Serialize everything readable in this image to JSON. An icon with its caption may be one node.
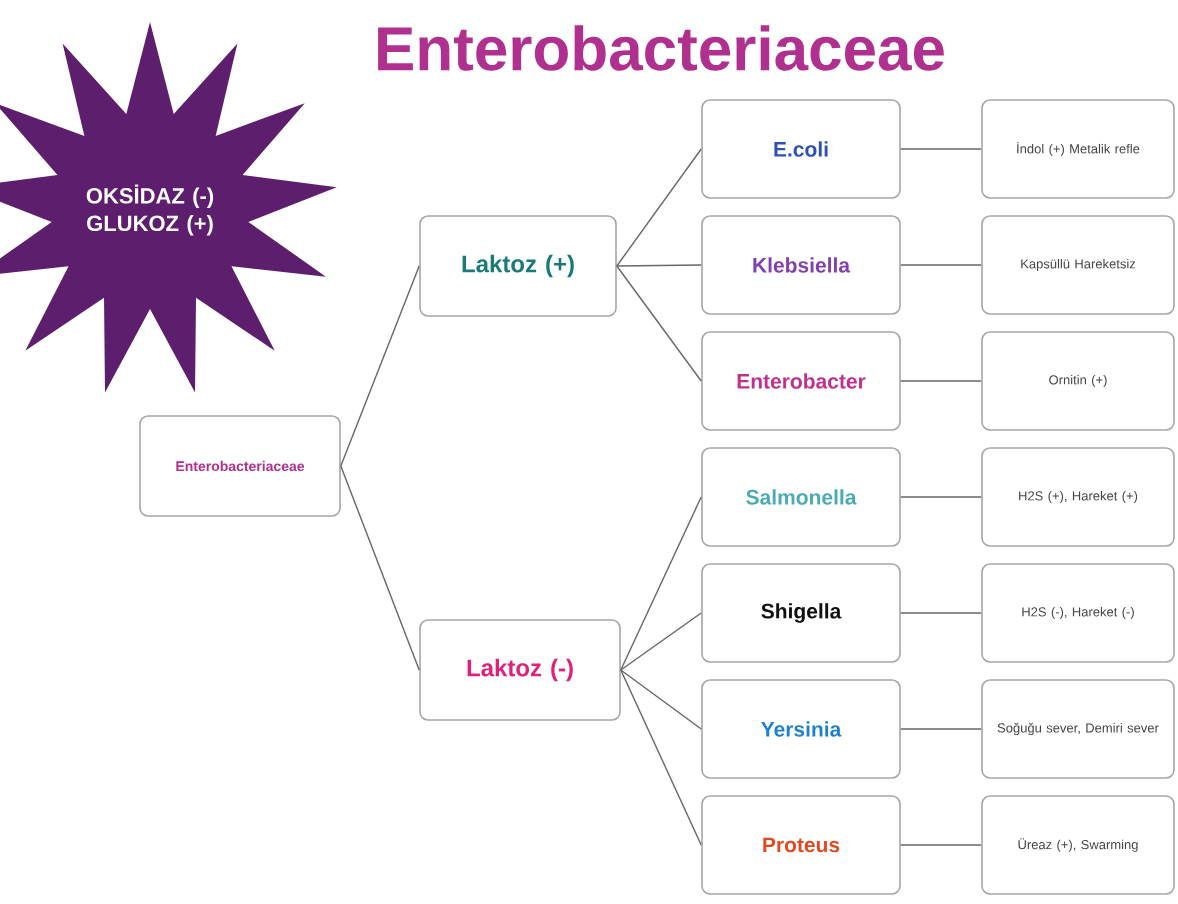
{
  "diagram": {
    "title": "Enterobacteriaceae",
    "nodes": [
      {
        "text": [
          "OKSİDAZ (-) GLUKOZ (+)"
        ]
      },
      {
        "text": [
          "Enterobacteriaceae"
        ]
      },
      {
        "text": [
          "Laktoz (+)"
        ]
      },
      {
        "text": [
          "Laktoz (-)"
        ]
      },
      {
        "text": [
          "E.coli"
        ]
      },
      {
        "text": [
          "İndol (+) Metalik refle"
        ]
      },
      {
        "text": [
          "Klebsiella"
        ]
      },
      {
        "text": [
          "Kapsüllü Hareketsiz"
        ]
      },
      {
        "text": [
          "Enterobacter"
        ]
      },
      {
        "text": [
          "Ornitin (+)"
        ]
      },
      {
        "text": [
          "Salmonella"
        ]
      },
      {
        "text": [
          "H2S (+), Hareket (+)"
        ]
      },
      {
        "text": [
          "Shigella"
        ]
      },
      {
        "text": [
          "H2S (-), Hareket (-)"
        ]
      },
      {
        "text": [
          "Yersinia"
        ]
      },
      {
        "text": [
          "Soğuğu sever, Demiri sever"
        ]
      },
      {
        "text": [
          "Proteus"
        ]
      },
      {
        "text": [
          "Üreaz (+), Swarming"
        ]
      }
    ],
    "edges": [
      {
        "from": 1,
        "to": 2,
        "arrow": "none"
      },
      {
        "from": 1,
        "to": 3,
        "arrow": "none"
      },
      {
        "from": 2,
        "to": 4,
        "arrow": "none"
      },
      {
        "from": 2,
        "to": 6,
        "arrow": "none"
      },
      {
        "from": 2,
        "to": 8,
        "arrow": "none"
      },
      {
        "from": 3,
        "to": 10,
        "arrow": "none"
      },
      {
        "from": 3,
        "to": 12,
        "arrow": "none"
      },
      {
        "from": 3,
        "to": 14,
        "arrow": "none"
      },
      {
        "from": 3,
        "to": 16,
        "arrow": "none"
      },
      {
        "from": 4,
        "to": 5,
        "arrow": "none"
      },
      {
        "from": 6,
        "to": 7,
        "arrow": "none"
      },
      {
        "from": 8,
        "to": 9,
        "arrow": "none"
      },
      {
        "from": 10,
        "to": 11,
        "arrow": "none"
      },
      {
        "from": 12,
        "to": 13,
        "arrow": "none"
      },
      {
        "from": 14,
        "to": 15,
        "arrow": "none"
      },
      {
        "from": 16,
        "to": 17,
        "arrow": "none"
      }
    ]
  }
}
